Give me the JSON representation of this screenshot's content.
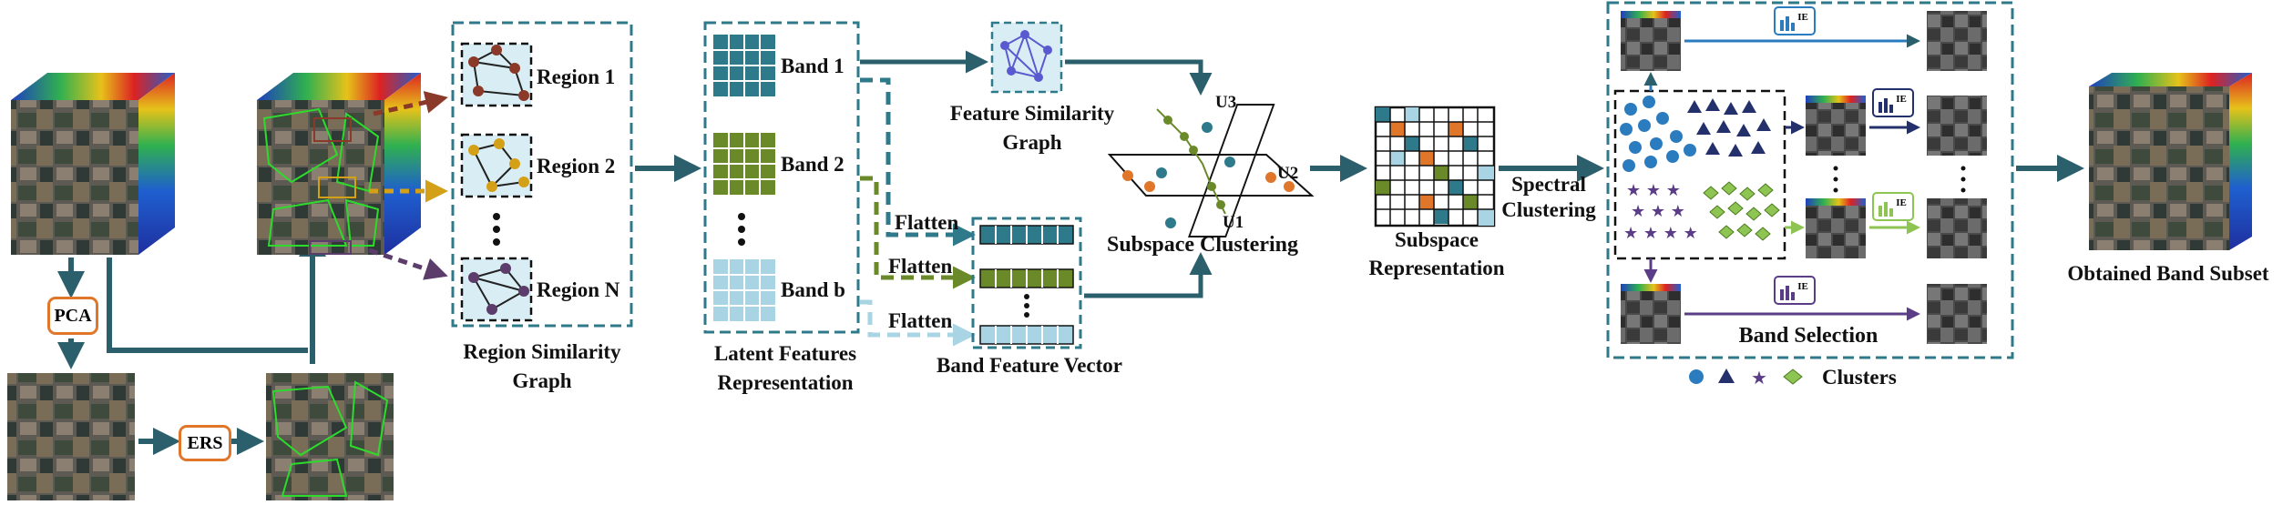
{
  "colors": {
    "arrow": "#2a5f6b",
    "teal": "#2f7a8a",
    "green": "#6a8a2a",
    "lightblue": "#a9d4e4",
    "orange": "#e0762a",
    "purple": "#5b3c87",
    "cluster_blue": "#2b7bbf",
    "cluster_navy": "#24306b",
    "cluster_green": "#8dc452"
  },
  "labels": {
    "pca": "PCA",
    "ers": "ERS",
    "region1": "Region 1",
    "region2": "Region 2",
    "regionN": "Region N",
    "region_graph_line1": "Region Similarity",
    "region_graph_line2": "Graph",
    "band1": "Band 1",
    "band2": "Band 2",
    "bandb": "Band b",
    "latent_line1": "Latent Features",
    "latent_line2": "Representation",
    "fsg_line1": "Feature Similarity",
    "fsg_line2": "Graph",
    "flatten": "Flatten",
    "band_feature_vector": "Band Feature Vector",
    "u1": "U1",
    "u2": "U2",
    "u3": "U3",
    "subspace_clustering": "Subspace Clustering",
    "subspace_rep_line1": "Subspace",
    "subspace_rep_line2": "Representation",
    "spectral_line1": "Spectral",
    "spectral_line2": "Clustering",
    "ie": "IE",
    "band_selection": "Band Selection",
    "clusters": "Clusters",
    "obtained": "Obtained Band Subset"
  },
  "icons": [
    "hsi-cube-icon",
    "graph-icon",
    "circle-marker-icon",
    "triangle-marker-icon",
    "star-marker-icon",
    "diamond-marker-icon"
  ]
}
